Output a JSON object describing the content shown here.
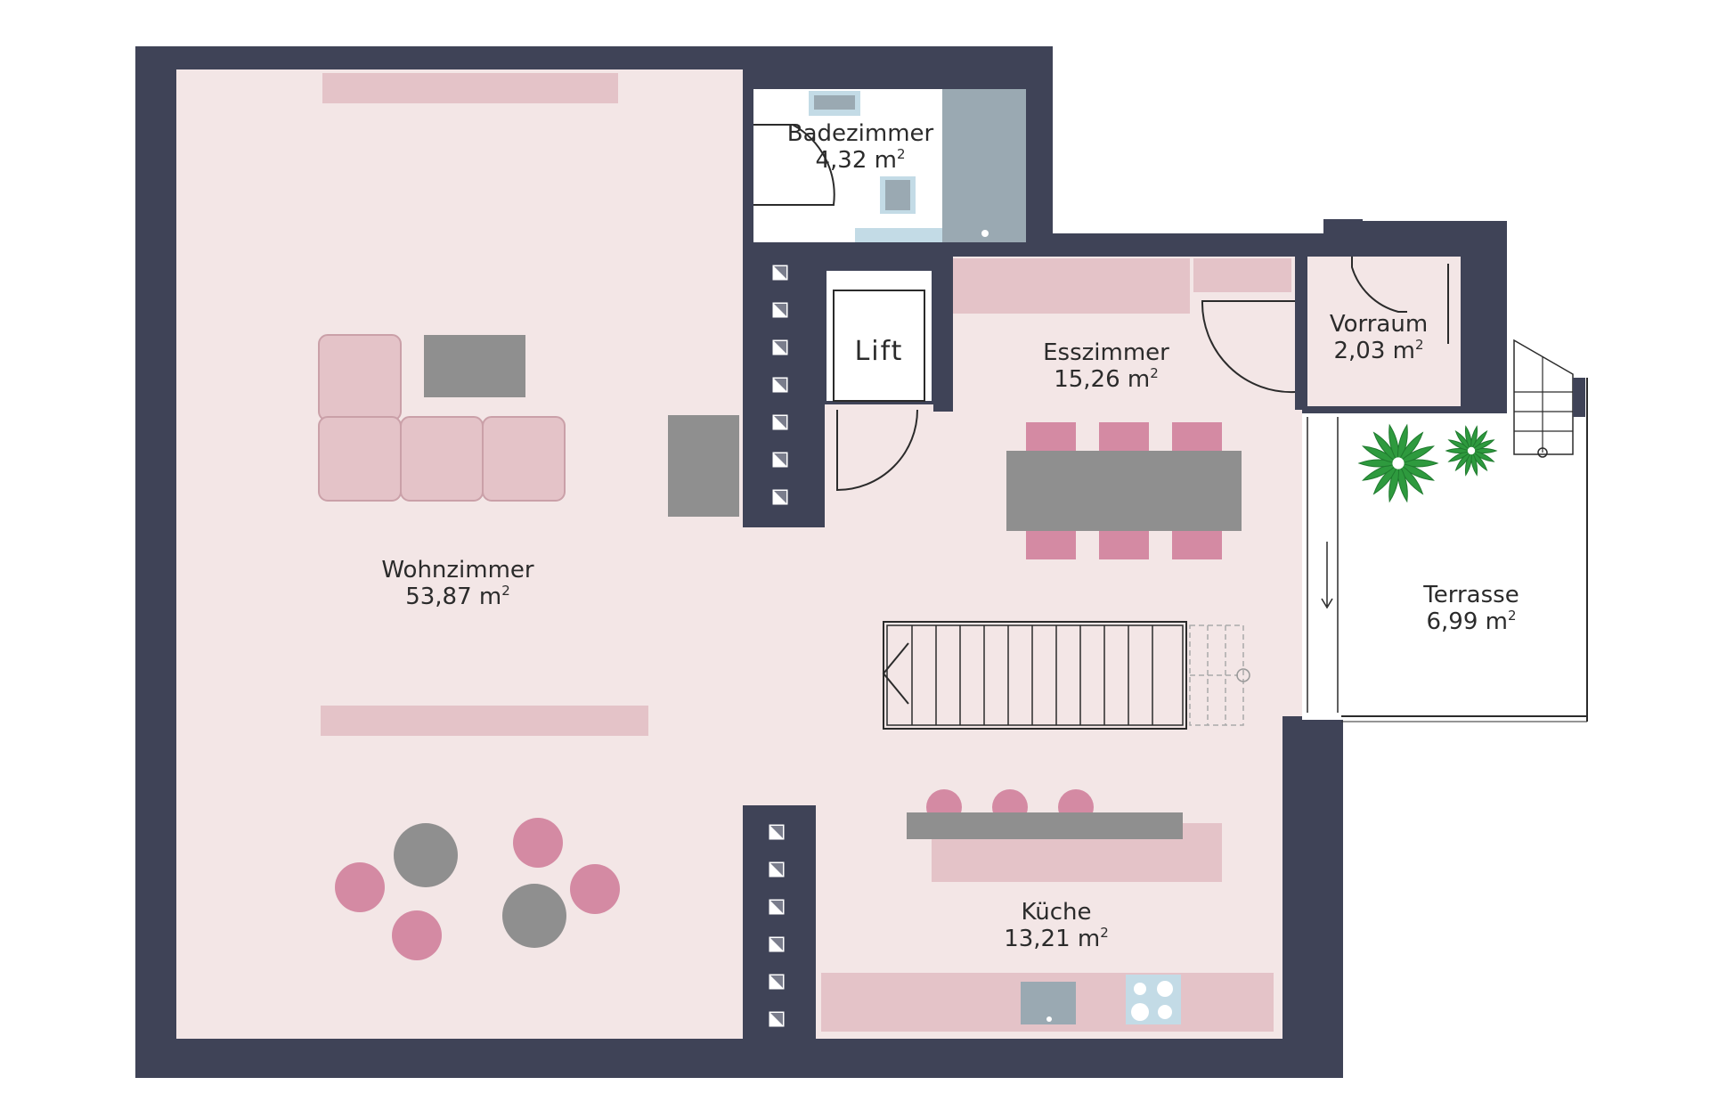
{
  "colors": {
    "wall": "#3f4357",
    "floor": "#f3e6e6",
    "furniture_pink": "#e4c3c8",
    "furniture_pink_line": "#caa0a8",
    "chair_pink": "#d48aa3",
    "furniture_gray": "#8f8f8f",
    "bath_blue": "#c3dbe6",
    "bath_gray": "#9aa9b2",
    "plant_green": "#2e9a3e",
    "white": "#ffffff"
  },
  "rooms": [
    {
      "id": "wohnzimmer",
      "name": "Wohnzimmer",
      "area": "53,87 m",
      "sup": "2"
    },
    {
      "id": "badezimmer",
      "name": "Badezimmer",
      "area": "4,32 m",
      "sup": "2"
    },
    {
      "id": "esszimmer",
      "name": "Esszimmer",
      "area": "15,26 m",
      "sup": "2"
    },
    {
      "id": "vorraum",
      "name": "Vorraum",
      "area": "2,03 m",
      "sup": "2"
    },
    {
      "id": "terrasse",
      "name": "Terrasse",
      "area": "6,99 m",
      "sup": "2"
    },
    {
      "id": "kueche",
      "name": "Küche",
      "area": "13,21 m",
      "sup": "2"
    }
  ],
  "lift": {
    "label": "Lift"
  },
  "icons": [
    "ventilation-shaft-icon",
    "plant-icon",
    "stove-icon",
    "sink-icon",
    "toilet-icon",
    "stair-arrow-icon"
  ]
}
